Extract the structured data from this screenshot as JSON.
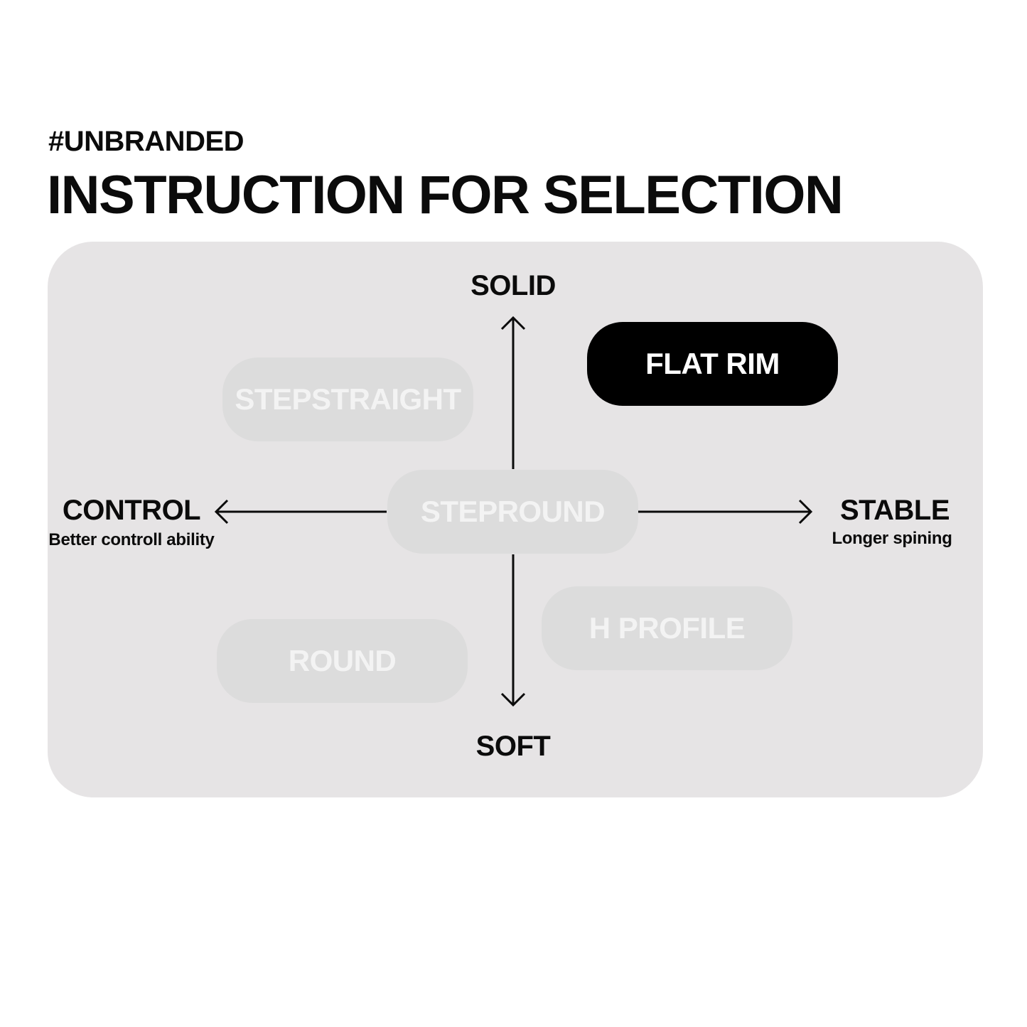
{
  "header": {
    "brand": "#UNBRANDED",
    "title": "INSTRUCTION FOR SELECTION"
  },
  "axes": {
    "top": {
      "label": "SOLID"
    },
    "bottom": {
      "label": "SOFT"
    },
    "left": {
      "label": "CONTROL",
      "sublabel": "Better controll ability"
    },
    "right": {
      "label": "STABLE",
      "sublabel": "Longer spining"
    }
  },
  "options": [
    {
      "id": "flat-rim",
      "label": "FLAT RIM",
      "selected": true
    },
    {
      "id": "stepstraight",
      "label": "STEPSTRAIGHT",
      "selected": false
    },
    {
      "id": "stepround",
      "label": "STEPROUND",
      "selected": false
    },
    {
      "id": "h-profile",
      "label": "H PROFILE",
      "selected": false
    },
    {
      "id": "round",
      "label": "ROUND",
      "selected": false
    }
  ],
  "colors": {
    "panel": "#e6e4e5",
    "selected_bg": "#000000",
    "selected_text": "#ffffff",
    "unselected_bg": "#dcdcdc",
    "unselected_text": "#f3f3f3"
  }
}
